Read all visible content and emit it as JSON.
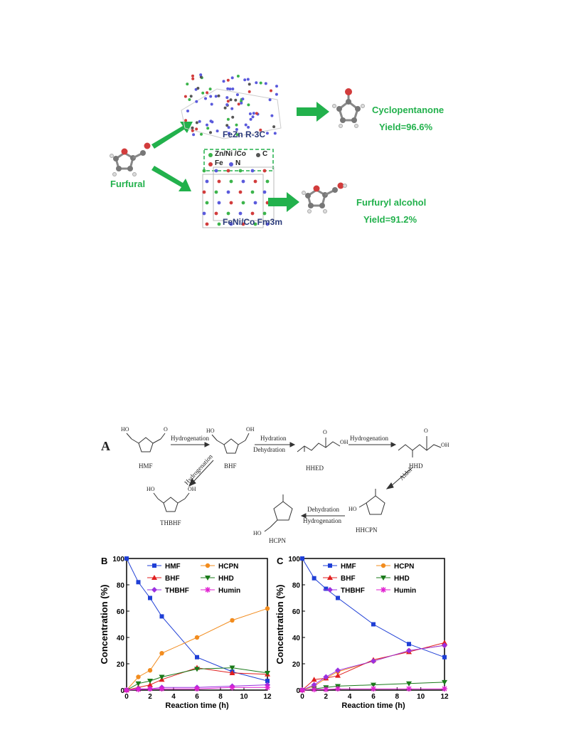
{
  "top_figure": {
    "furfural_label": "Furfural",
    "route_top_catalyst": "FeZn R-3C",
    "route_top_product": "Cyclopentanone",
    "route_top_yield": "Yield=96.6%",
    "route_bottom_catalyst": "FeNi/Co Fm3m",
    "route_bottom_product": "Furfuryl alcohol",
    "route_bottom_yield": "Yield=91.2%",
    "legend": {
      "zn_ni_co": "Zn/Ni /Co",
      "c": "C",
      "fe": "Fe",
      "n": "N"
    },
    "colors": {
      "arrow": "#22b14c",
      "zn": "#3cb44b",
      "fe": "#d23c3c",
      "c": "#555555",
      "n": "#5a5adc"
    }
  },
  "scheme": {
    "panel_label": "A",
    "hmf": "HMF",
    "bhf": "BHF",
    "hhed": "HHED",
    "hhd": "HHD",
    "hhcpn": "HHCPN",
    "hcpn": "HCPN",
    "thbhf": "THBHF",
    "step_hydrogenation_1": "Hydrogenation",
    "step_hydration": "Hydration",
    "step_dehydration_1": "Dehydration",
    "step_hydrogenation_2": "Hydrogenation",
    "step_aldol": "Aldol",
    "step_dehydration_2": "Dehydration",
    "step_hydrogenation_3": "Hydrogenation",
    "step_hydrogenation_4": "Hydrogenation",
    "atom_ho": "HO",
    "atom_oh": "OH",
    "atom_o": "O"
  },
  "chart_data": [
    {
      "type": "line",
      "panel": "B",
      "xlabel": "Reaction time (h)",
      "ylabel": "Concentration (%)",
      "xlim": [
        0,
        12
      ],
      "ylim": [
        0,
        100
      ],
      "xticks": [
        "0",
        "2",
        "4",
        "6",
        "8",
        "10",
        "12"
      ],
      "yticks": [
        "0",
        "20",
        "40",
        "60",
        "80",
        "100"
      ],
      "legend_position": "top-right",
      "series": [
        {
          "name": "HMF",
          "color": "#1f3fd6",
          "marker": "square",
          "x": [
            0,
            1,
            2,
            3,
            6,
            9,
            12
          ],
          "values": [
            100,
            82,
            70,
            56,
            25,
            14,
            7
          ]
        },
        {
          "name": "HCPN",
          "color": "#f28c1e",
          "marker": "circle",
          "x": [
            0,
            1,
            2,
            3,
            6,
            9,
            12
          ],
          "values": [
            0,
            10,
            15,
            28,
            40,
            53,
            62
          ]
        },
        {
          "name": "BHF",
          "color": "#e11f1f",
          "marker": "triangle-up",
          "x": [
            0,
            1,
            2,
            3,
            6,
            9,
            12
          ],
          "values": [
            0,
            2,
            4,
            8,
            17,
            13,
            12
          ]
        },
        {
          "name": "HHD",
          "color": "#1a7a1a",
          "marker": "triangle-down",
          "x": [
            0,
            1,
            2,
            3,
            6,
            9,
            12
          ],
          "values": [
            0,
            5,
            7,
            10,
            16,
            17,
            13
          ]
        },
        {
          "name": "THBHF",
          "color": "#9b30e0",
          "marker": "diamond",
          "x": [
            0,
            1,
            2,
            3,
            6,
            9,
            12
          ],
          "values": [
            0,
            1,
            1,
            2,
            2,
            3,
            4
          ]
        },
        {
          "name": "Humin",
          "color": "#e020d0",
          "marker": "star",
          "x": [
            0,
            1,
            2,
            3,
            6,
            9,
            12
          ],
          "values": [
            0,
            0.5,
            1,
            1,
            1,
            2,
            2
          ]
        }
      ]
    },
    {
      "type": "line",
      "panel": "C",
      "xlabel": "Reaction time (h)",
      "ylabel": "Concentration (%)",
      "xlim": [
        0,
        12
      ],
      "ylim": [
        0,
        100
      ],
      "xticks": [
        "0",
        "2",
        "4",
        "6",
        "8",
        "10",
        "12"
      ],
      "yticks": [
        "0",
        "20",
        "40",
        "60",
        "80",
        "100"
      ],
      "legend_position": "top-right",
      "series": [
        {
          "name": "HMF",
          "color": "#1f3fd6",
          "marker": "square",
          "x": [
            0,
            1,
            2,
            3,
            6,
            9,
            12
          ],
          "values": [
            100,
            85,
            77,
            70,
            50,
            35,
            25
          ]
        },
        {
          "name": "HCPN",
          "color": "#f28c1e",
          "marker": "circle",
          "x": [
            0,
            1,
            2,
            3,
            6,
            9,
            12
          ],
          "values": [
            0,
            3,
            9,
            14,
            22,
            30,
            34
          ]
        },
        {
          "name": "BHF",
          "color": "#e11f1f",
          "marker": "triangle-up",
          "x": [
            0,
            1,
            2,
            3,
            6,
            9,
            12
          ],
          "values": [
            0,
            8,
            9,
            11,
            23,
            29,
            36
          ]
        },
        {
          "name": "HHD",
          "color": "#1a7a1a",
          "marker": "triangle-down",
          "x": [
            0,
            1,
            2,
            3,
            6,
            9,
            12
          ],
          "values": [
            0,
            1,
            2,
            3,
            4,
            5,
            6
          ]
        },
        {
          "name": "THBHF",
          "color": "#9b30e0",
          "marker": "diamond",
          "x": [
            0,
            1,
            2,
            3,
            6,
            9,
            12
          ],
          "values": [
            0,
            4,
            10,
            15,
            22,
            30,
            34
          ]
        },
        {
          "name": "Humin",
          "color": "#e020d0",
          "marker": "star",
          "x": [
            0,
            1,
            2,
            3,
            6,
            9,
            12
          ],
          "values": [
            0,
            0.5,
            0.5,
            1,
            1,
            1,
            1
          ]
        }
      ]
    }
  ]
}
